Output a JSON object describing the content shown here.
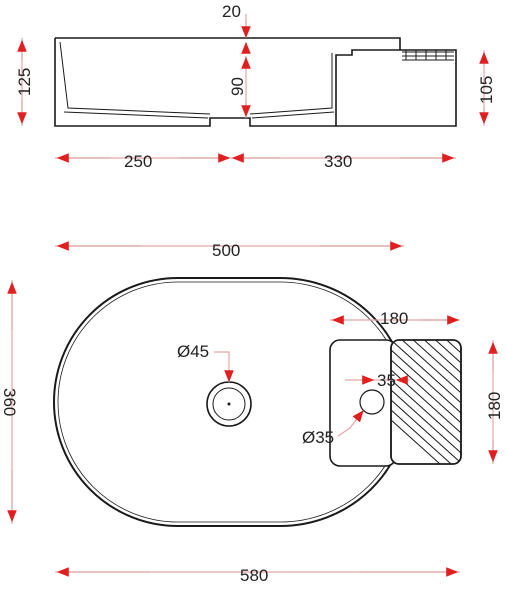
{
  "side_view": {
    "dim_top": "20",
    "dim_left_height": "125",
    "dim_inner_depth": "90",
    "dim_right_height": "105",
    "dim_bottom_left": "250",
    "dim_bottom_right": "330"
  },
  "top_view": {
    "dim_width_top": "500",
    "dim_height_left": "360",
    "dim_drain_diameter": "Ø45",
    "dim_tray_width": "180",
    "dim_tap_offset": "35",
    "dim_tap_hole": "Ø35",
    "dim_tray_height": "180",
    "dim_total_width": "580"
  },
  "colors": {
    "arrow": "#e02020",
    "dimension_line": "#e2a6a6",
    "outline": "#1a1a1a"
  }
}
